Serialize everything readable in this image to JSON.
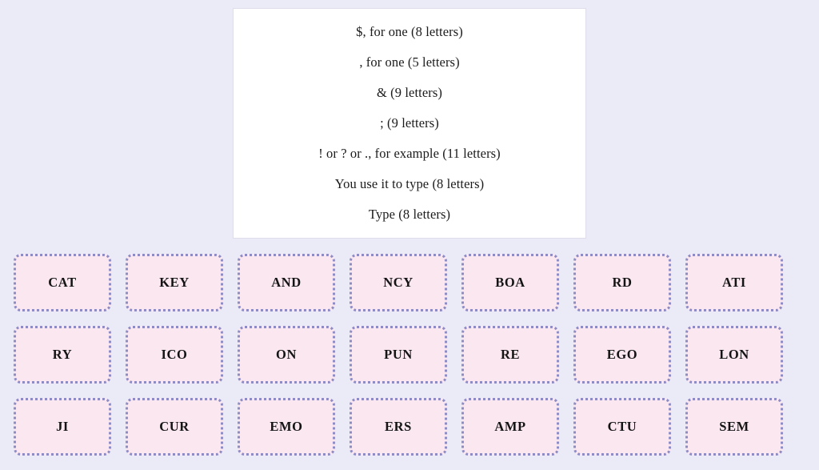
{
  "page": {
    "background_color": "#ebeaf7"
  },
  "clue_panel": {
    "background_color": "#ffffff",
    "border_color": "#dedde9",
    "lines": [
      "$, for one (8 letters)",
      ", for one (5 letters)",
      "& (9 letters)",
      "; (9 letters)",
      "! or ? or ., for example (11 letters)",
      "You use it to type (8 letters)",
      "Type (8 letters)"
    ]
  },
  "tile_grid": {
    "tile_background_color": "#fbe7f0",
    "tile_border_color": "#8e8cc4",
    "tile_text_color": "#141414",
    "rows": [
      {
        "tiles": [
          {
            "label": "CAT"
          },
          {
            "label": "KEY"
          },
          {
            "label": "AND"
          },
          {
            "label": "NCY"
          },
          {
            "label": "BOA"
          },
          {
            "label": "RD"
          },
          {
            "label": "ATI"
          }
        ]
      },
      {
        "tiles": [
          {
            "label": "RY"
          },
          {
            "label": "ICO"
          },
          {
            "label": "ON"
          },
          {
            "label": "PUN"
          },
          {
            "label": "RE"
          },
          {
            "label": "EGO"
          },
          {
            "label": "LON"
          }
        ]
      },
      {
        "tiles": [
          {
            "label": "JI"
          },
          {
            "label": "CUR"
          },
          {
            "label": "EMO"
          },
          {
            "label": "ERS"
          },
          {
            "label": "AMP"
          },
          {
            "label": "CTU"
          },
          {
            "label": "SEM"
          }
        ]
      }
    ]
  }
}
